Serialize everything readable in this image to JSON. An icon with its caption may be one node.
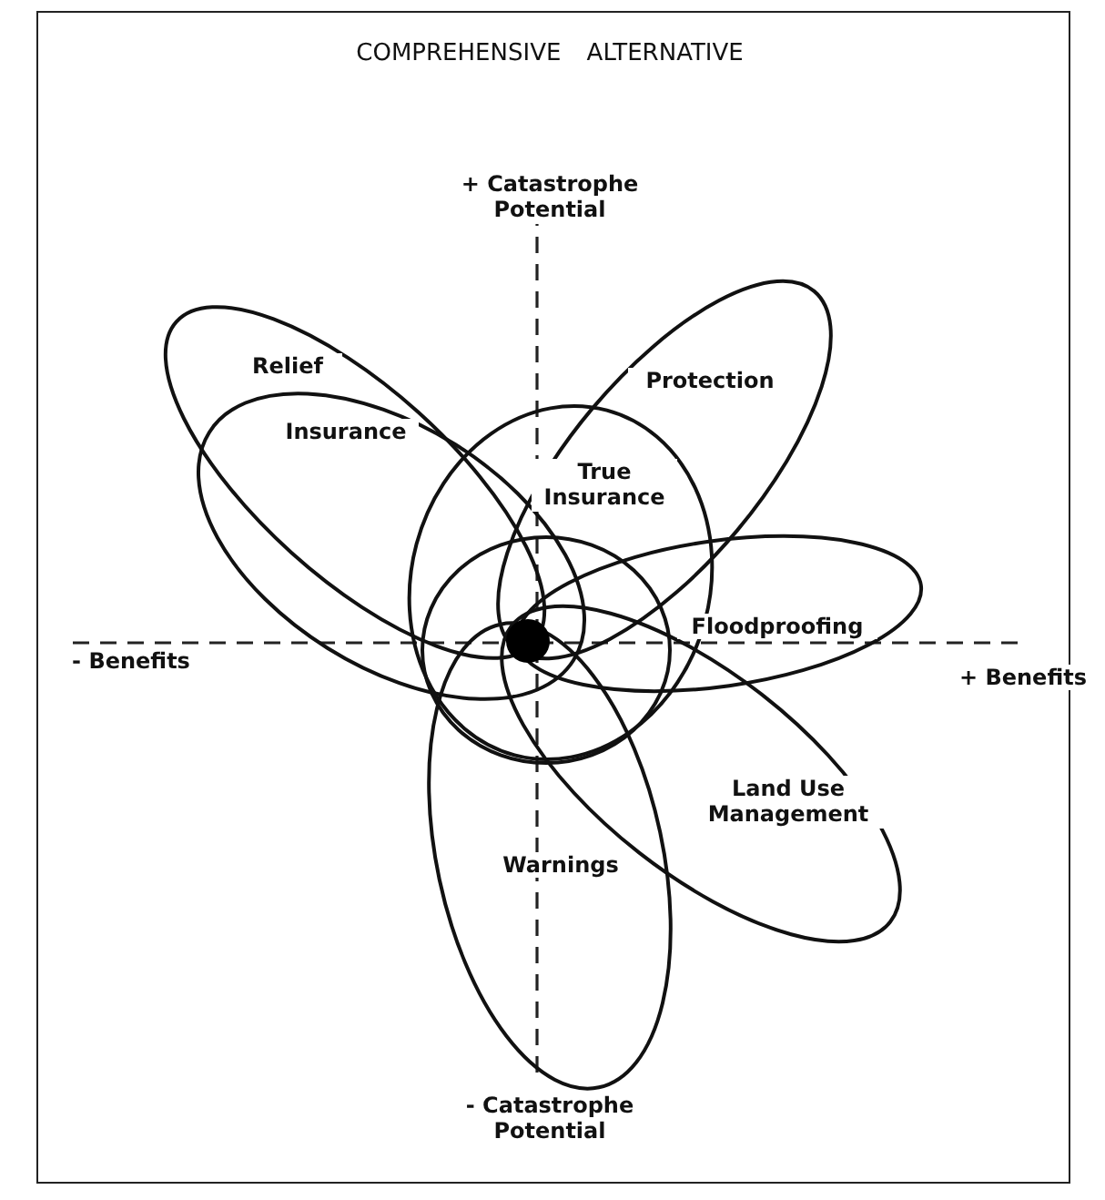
{
  "diagram": {
    "title": "COMPREHENSIVE ALTERNATIVE",
    "nodes": [
      {
        "text": [
          "Relief"
        ]
      },
      {
        "text": [
          "Insurance"
        ]
      },
      {
        "text": [
          "Protection"
        ]
      },
      {
        "text": [
          "True Insurance"
        ]
      },
      {
        "text": [
          "Floodproofing"
        ]
      },
      {
        "text": [
          "Land Use Management"
        ]
      },
      {
        "text": [
          "Warnings"
        ]
      }
    ],
    "labels": [
      "+ Catastrophe Potential",
      "- Benefits",
      "+ Benefits",
      "- Catastrophe Potential"
    ]
  }
}
